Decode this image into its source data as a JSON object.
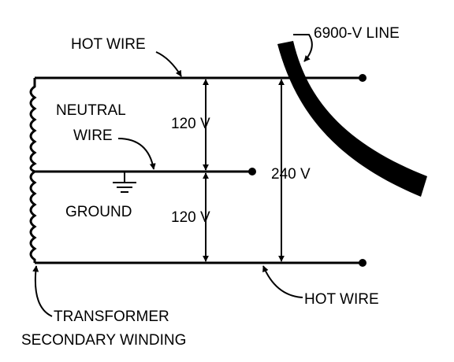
{
  "labels": {
    "hot_wire_top": "HOT WIRE",
    "line_6900": "6900-V LINE",
    "neutral_line1": "NEUTRAL",
    "neutral_line2": "WIRE",
    "volt_upper": "120 V",
    "volt_lower": "120 V",
    "volt_total": "240 V",
    "ground": "GROUND",
    "hot_wire_bottom": "HOT WIRE",
    "transformer_line1": "TRANSFORMER",
    "transformer_line2": "SECONDARY WINDING"
  }
}
